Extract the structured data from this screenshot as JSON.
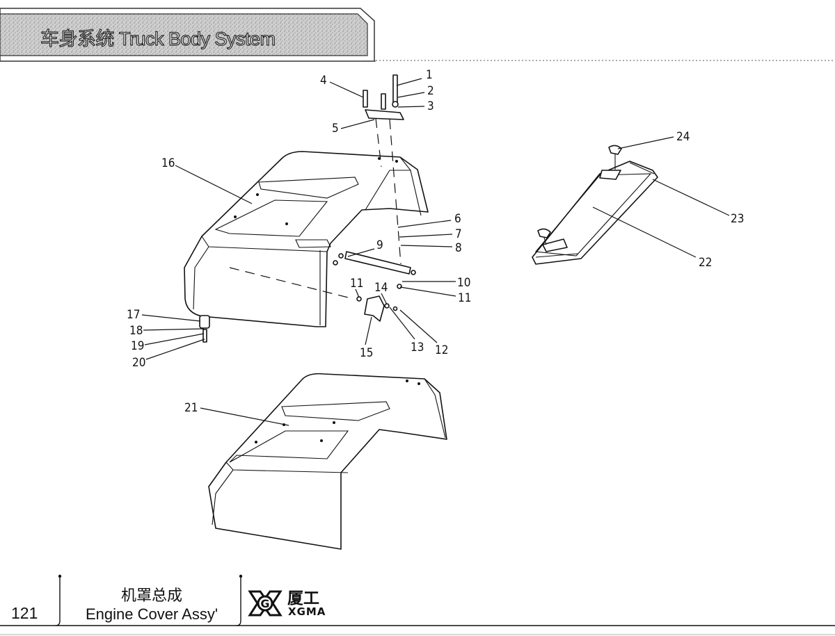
{
  "header": {
    "title": "车身系统    Truck Body System"
  },
  "callouts": [
    {
      "id": "1",
      "label": "1"
    },
    {
      "id": "2",
      "label": "2"
    },
    {
      "id": "3",
      "label": "3"
    },
    {
      "id": "4",
      "label": "4"
    },
    {
      "id": "5",
      "label": "5"
    },
    {
      "id": "6",
      "label": "6"
    },
    {
      "id": "7",
      "label": "7"
    },
    {
      "id": "8",
      "label": "8"
    },
    {
      "id": "9",
      "label": "9"
    },
    {
      "id": "10",
      "label": "10"
    },
    {
      "id": "11a",
      "label": "11"
    },
    {
      "id": "11b",
      "label": "11"
    },
    {
      "id": "12",
      "label": "12"
    },
    {
      "id": "13",
      "label": "13"
    },
    {
      "id": "14",
      "label": "14"
    },
    {
      "id": "15",
      "label": "15"
    },
    {
      "id": "16",
      "label": "16"
    },
    {
      "id": "17",
      "label": "17"
    },
    {
      "id": "18",
      "label": "18"
    },
    {
      "id": "19",
      "label": "19"
    },
    {
      "id": "20",
      "label": "20"
    },
    {
      "id": "21",
      "label": "21"
    },
    {
      "id": "22",
      "label": "22"
    },
    {
      "id": "23",
      "label": "23"
    },
    {
      "id": "24",
      "label": "24"
    }
  ],
  "footer": {
    "page_number": "121",
    "title_cn": "机罩总成",
    "title_en": "Engine Cover Assy'",
    "brand_cn": "厦工",
    "brand_en": "XGMA",
    "logo_letter": "G"
  },
  "icons": {
    "logo": "xgma-logo-icon"
  }
}
